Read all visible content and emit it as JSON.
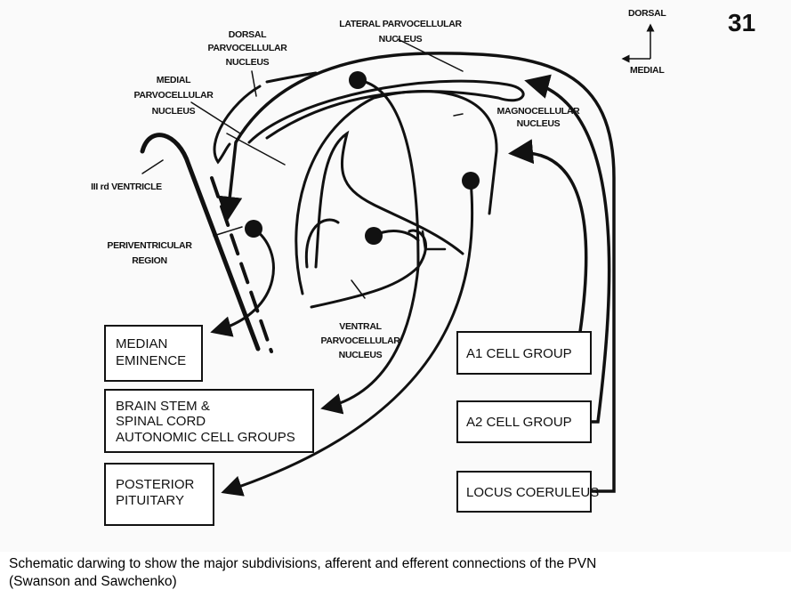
{
  "figure_number": "31",
  "orientation": {
    "up": "DORSAL",
    "left": "MEDIAL"
  },
  "regions": {
    "dorsal_parvo": [
      "DORSAL",
      "PARVOCELLULAR",
      "NUCLEUS"
    ],
    "lateral_parvo": [
      "LATERAL PARVOCELLULAR",
      "NUCLEUS"
    ],
    "medial_parvo": [
      "MEDIAL",
      "PARVOCELLULAR",
      "NUCLEUS"
    ],
    "magno": [
      "MAGNOCELLULAR",
      "NUCLEUS"
    ],
    "third_ventricle": "III rd VENTRICLE",
    "periventricular": [
      "PERIVENTRICULAR",
      "REGION"
    ],
    "ventral_parvo": [
      "VENTRAL",
      "PARVOCELLULAR",
      "NUCLEUS"
    ]
  },
  "targets": {
    "median_eminence": [
      "MEDIAN",
      "EMINENCE"
    ],
    "brain_stem": [
      "BRAIN STEM &",
      "SPINAL CORD",
      "AUTONOMIC CELL GROUPS"
    ],
    "posterior_pituitary": [
      "POSTERIOR",
      "PITUITARY"
    ]
  },
  "sources": {
    "a1": "A1 CELL GROUP",
    "a2": "A2 CELL GROUP",
    "locus": "LOCUS COERULEUS"
  },
  "caption": {
    "line1": "Schematic darwing to show the major subdivisions, afferent and efferent connections of the PVN",
    "line2": "(Swanson and Sawchenko)"
  }
}
